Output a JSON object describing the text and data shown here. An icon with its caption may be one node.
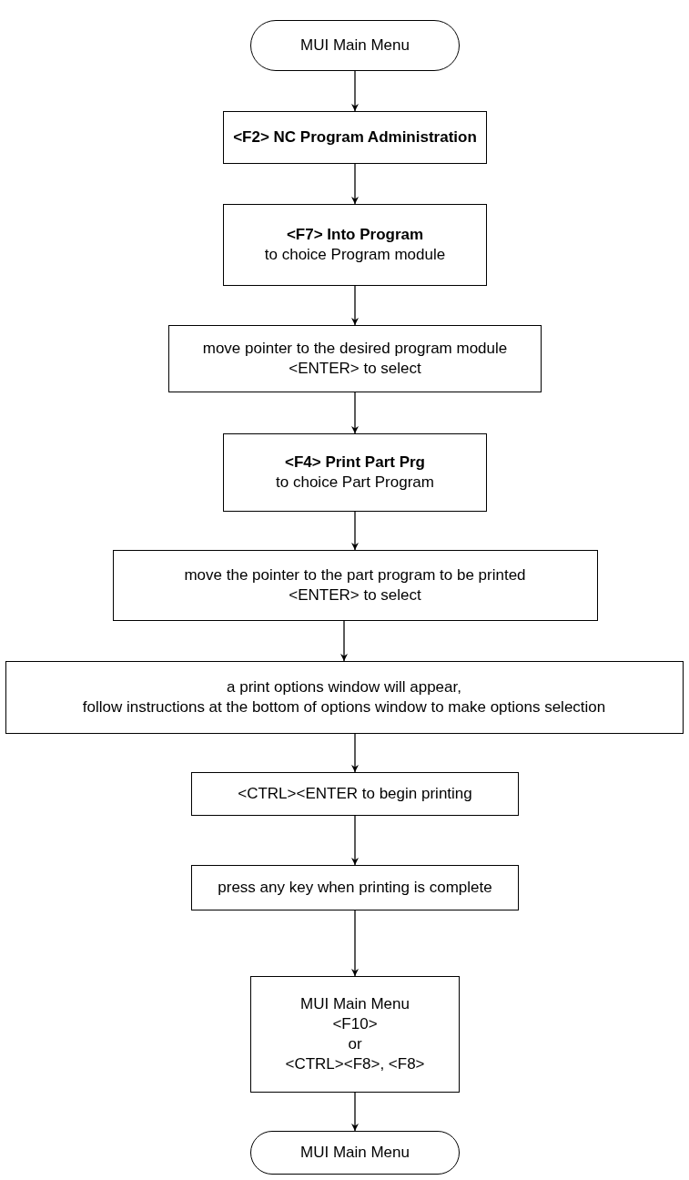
{
  "diagram": {
    "nodes": [
      {
        "text": [
          "MUI Main Menu"
        ]
      },
      {
        "text": [
          "<F2> NC Program Administration"
        ]
      },
      {
        "text": [
          "<F7> Into Program",
          "to choice Program module"
        ]
      },
      {
        "text": [
          "move pointer to the desired program module",
          "<ENTER> to select"
        ]
      },
      {
        "text": [
          "<F4> Print Part Prg",
          "to choice Part Program"
        ]
      },
      {
        "text": [
          "move the pointer to the part program to be printed",
          "<ENTER> to select"
        ]
      },
      {
        "text": [
          "a print options window will appear,",
          "follow instructions at the bottom of options window to make options selection"
        ]
      },
      {
        "text": [
          "<CTRL><ENTER to begin printing"
        ]
      },
      {
        "text": [
          "press any key when printing is complete"
        ]
      },
      {
        "text": [
          "MUI Main Menu",
          "<F10>",
          "or",
          "<CTRL><F8>, <F8>"
        ]
      },
      {
        "text": [
          "MUI Main Menu"
        ]
      }
    ],
    "edges": [
      {
        "from": 0,
        "to": 1,
        "arrow": "to"
      },
      {
        "from": 1,
        "to": 2,
        "arrow": "to"
      },
      {
        "from": 2,
        "to": 3,
        "arrow": "to"
      },
      {
        "from": 3,
        "to": 4,
        "arrow": "to"
      },
      {
        "from": 4,
        "to": 5,
        "arrow": "to"
      },
      {
        "from": 5,
        "to": 6,
        "arrow": "to"
      },
      {
        "from": 6,
        "to": 7,
        "arrow": "to"
      },
      {
        "from": 7,
        "to": 8,
        "arrow": "to"
      },
      {
        "from": 8,
        "to": 9,
        "arrow": "to"
      },
      {
        "from": 9,
        "to": 10,
        "arrow": "to"
      }
    ]
  }
}
